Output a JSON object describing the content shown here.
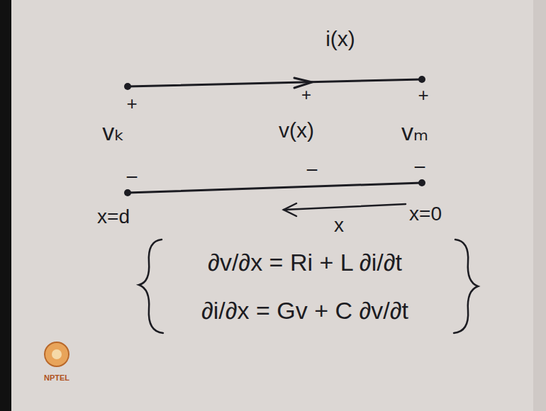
{
  "diagram": {
    "labels": [
      "i(x)",
      "+",
      "+",
      "+",
      "vₖ",
      "v(x)",
      "vₘ",
      "−",
      "−",
      "−",
      "x=d",
      "x",
      "x=0",
      "∂v/∂x = Ri + L ∂i/∂t",
      "∂i/∂x = Gv + C ∂v/∂t",
      "NPTEL"
    ]
  }
}
